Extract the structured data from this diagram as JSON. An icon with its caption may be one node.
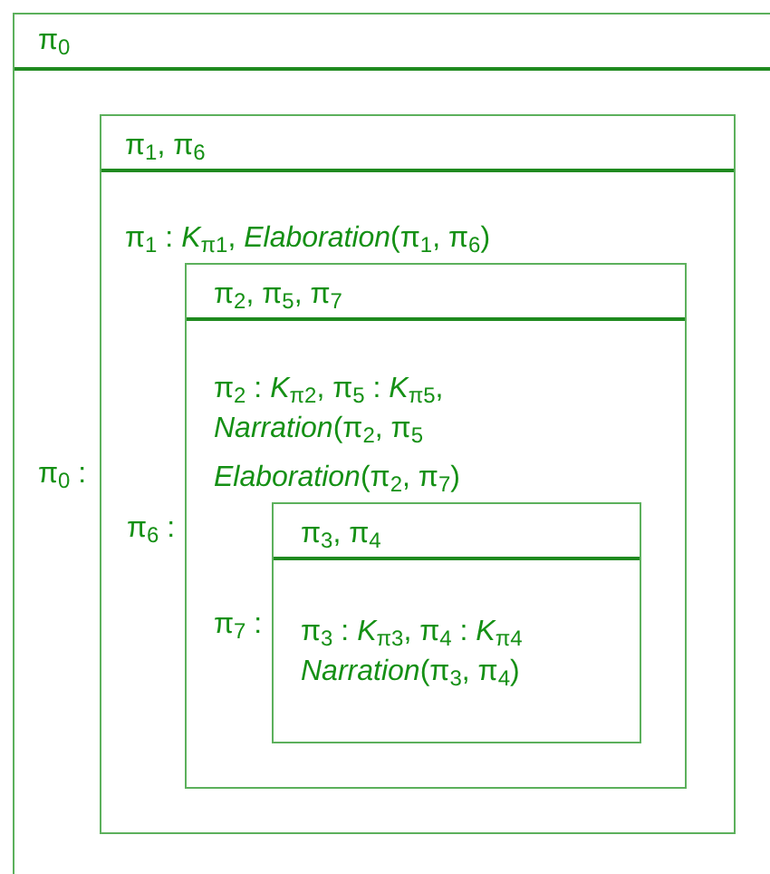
{
  "diagram": {
    "nodes": [
      {
        "text": [
          "π$_{0}$",
          "π$_{0}$ :"
        ]
      },
      {
        "text": [
          "π$_{1}$, π$_{6}$",
          "π$_{1}$ : *K*$_{π1}$, *Elaboration*(π$_{1}$, π$_{6}$)",
          "π$_{6}$ :"
        ],
        "in": 0
      },
      {
        "text": [
          "π$_{2}$, π$_{5}$, π$_{7}$",
          "π$_{2}$ : *K*$_{π2}$, π$_{5}$ : *K*$_{π5}$,",
          "*Narration*(π$_{2}$, π$_{5}$",
          "*Elaboration*(π$_{2}$, π$_{7}$)",
          "π$_{7}$ :"
        ],
        "in": 1
      },
      {
        "text": [
          "π$_{3}$, π$_{4}$",
          "π$_{3}$ : *K*$_{π3}$, π$_{4}$ : *K*$_{π4}$",
          "*Narration*(π$_{3}$, π$_{4}$)"
        ],
        "in": 2
      }
    ]
  }
}
